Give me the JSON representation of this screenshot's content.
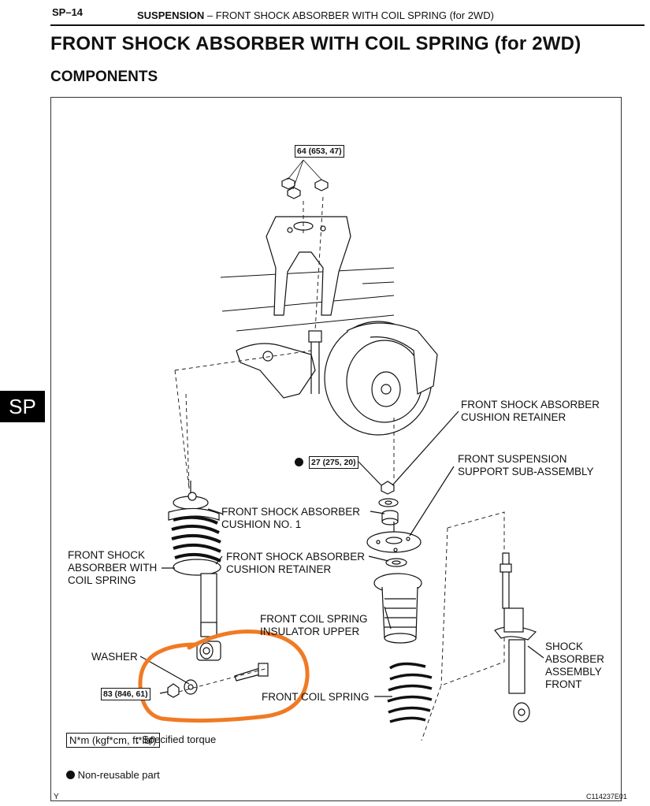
{
  "header": {
    "page_id": "SP–14",
    "section_bold": "SUSPENSION",
    "section_rest": "–  FRONT SHOCK ABSORBER WITH COIL SPRING (for 2WD)"
  },
  "title": "FRONT SHOCK ABSORBER WITH COIL SPRING (for 2WD)",
  "subtitle": "COMPONENTS",
  "side_tab": "SP",
  "torques": {
    "top_nuts": "64 (653, 47)",
    "upper_nut": "27 (275, 20)",
    "lower_nut": "83 (846, 61)"
  },
  "labels": {
    "cushion_retainer_top_1": "FRONT SHOCK ABSORBER",
    "cushion_retainer_top_2": "CUSHION RETAINER",
    "support_1": "FRONT SUSPENSION",
    "support_2": "SUPPORT SUB-ASSEMBLY",
    "cushion_no1_1": "FRONT SHOCK ABSORBER",
    "cushion_no1_2": "CUSHION NO. 1",
    "assy_1": "FRONT SHOCK",
    "assy_2": "ABSORBER WITH",
    "assy_3": "COIL SPRING",
    "cushion_retainer_2_1": "FRONT SHOCK ABSORBER",
    "cushion_retainer_2_2": "CUSHION RETAINER",
    "insulator_1": "FRONT COIL SPRING",
    "insulator_2": "INSULATOR UPPER",
    "washer": "WASHER",
    "coil_spring": "FRONT COIL SPRING",
    "shock_1": "SHOCK",
    "shock_2": "ABSORBER",
    "shock_3": "ASSEMBLY",
    "shock_4": "FRONT"
  },
  "legend": {
    "torque_unit": "N*m (kgf*cm, ft*lbf)",
    "torque_desc": ": Specified torque",
    "nonreusable": "Non-reusable part"
  },
  "footer": {
    "left_mark": "Y",
    "figure_id": "C114237E01"
  },
  "colors": {
    "annotation_circle": "#F07A24",
    "ink": "#111111"
  }
}
